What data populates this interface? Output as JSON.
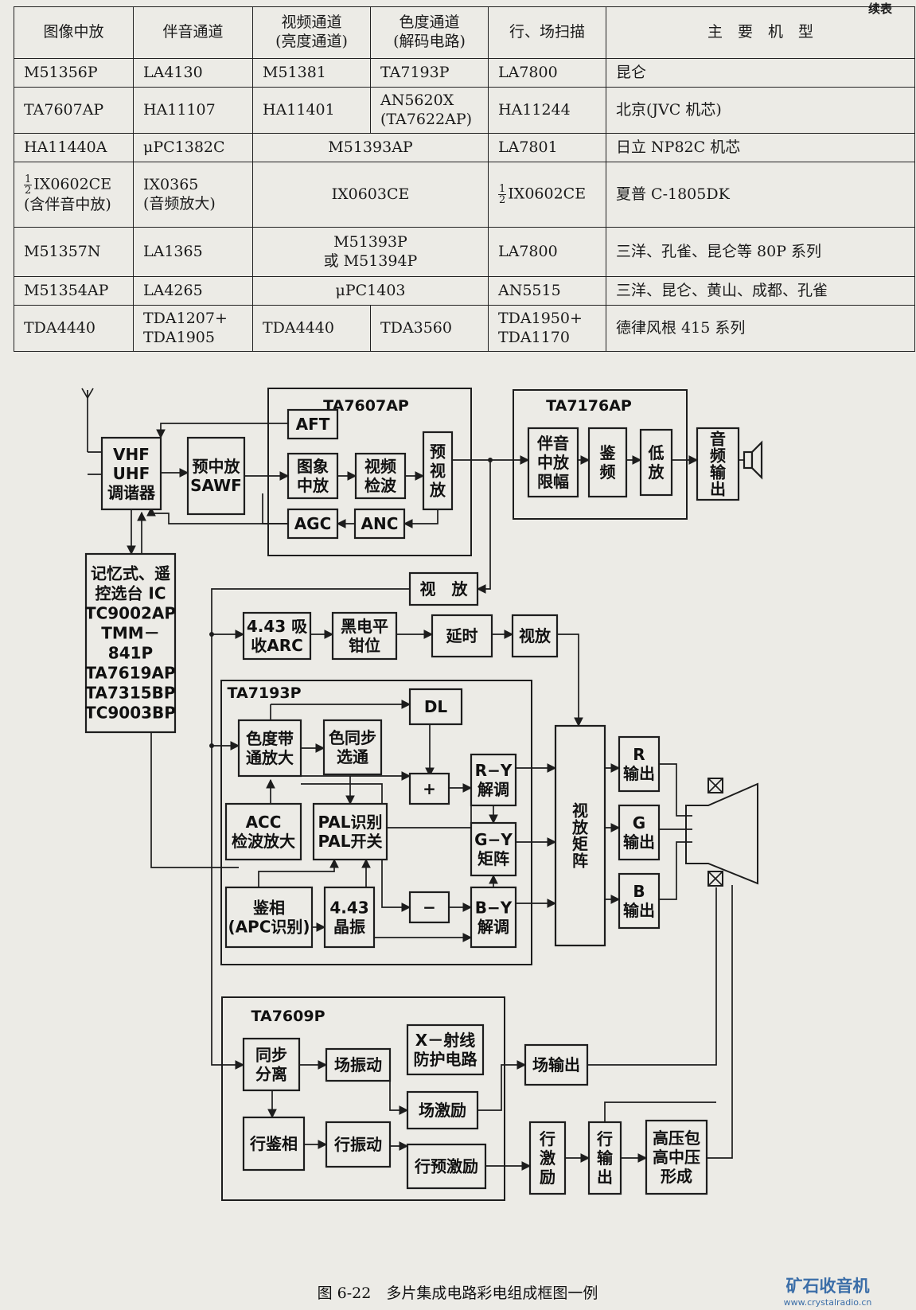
{
  "continued_label": "续表",
  "table": {
    "headers": [
      "图像中放",
      "伴音通道",
      "视频通道\n(亮度通道)",
      "色度通道\n(解码电路)",
      "行、场扫描",
      "主　要　机　型"
    ],
    "rows": {
      "r1": {
        "c1": "M51356P",
        "c2": "LA4130",
        "c3": "M51381",
        "c4": "TA7193P",
        "c5": "LA7800",
        "c6": "昆仑"
      },
      "r2": {
        "c1": "TA7607AP",
        "c2": "HA11107",
        "c3": "HA11401",
        "c4": "AN5620X\n(TA7622AP)",
        "c5": "HA11244",
        "c6": "北京(JVC 机芯)"
      },
      "r3": {
        "c1": "HA11440A",
        "c2": "μPC1382C",
        "c34": "M51393AP",
        "c5": "LA7801",
        "c6": "日立 NP82C 机芯"
      },
      "r4": {
        "frac_num": "1",
        "frac_den": "2",
        "c1": "IX0602CE",
        "c1b": "(含伴音中放)",
        "c2": "IX0365\n(音频放大)",
        "c34": "IX0603CE",
        "c5": "IX0602CE",
        "c6": "夏普 C-1805DK"
      },
      "r5": {
        "c1": "M51357N",
        "c2": "LA1365",
        "c34": "M51393P\n或 M51394P",
        "c5": "LA7800",
        "c6": "三洋、孔雀、昆仑等 80P 系列"
      },
      "r6": {
        "c1": "M51354AP",
        "c2": "LA4265",
        "c34": "μPC1403",
        "c5": "AN5515",
        "c6": "三洋、昆仑、黄山、成都、孔雀"
      },
      "r7": {
        "c1": "TDA4440",
        "c2": "TDA1207+\nTDA1905",
        "c3": "TDA4440",
        "c4": "TDA3560",
        "c5": "TDA1950+\nTDA1170",
        "c6": "德律风根 415 系列"
      }
    }
  },
  "diagram": {
    "groups": {
      "ta7607ap": "TA7607AP",
      "ta7176ap": "TA7176AP",
      "ta7193p": "TA7193P",
      "ta7609p": "TA7609P"
    },
    "blocks": {
      "tuner": [
        "VHF",
        "UHF",
        "调谐器"
      ],
      "saw": [
        "预中放",
        "SAWF"
      ],
      "aft": [
        "AFT"
      ],
      "pif": [
        "图象",
        "中放"
      ],
      "vdet": [
        "视频",
        "检波"
      ],
      "prevamp": [
        "预",
        "视",
        "放"
      ],
      "agc": [
        "AGC"
      ],
      "anc": [
        "ANC"
      ],
      "sif": [
        "伴音",
        "中放",
        "限幅"
      ],
      "fmdet": [
        "鉴",
        "频"
      ],
      "lowamp": [
        "低",
        "放"
      ],
      "audioout": [
        "音",
        "频",
        "输",
        "出"
      ],
      "memory": [
        "记忆式、遥",
        "控选台 IC",
        "TC9002AP",
        "TMM－",
        "841P",
        "TA7619AP",
        "TA7315BP",
        "TC9003BP"
      ],
      "vamp1": [
        "视　放"
      ],
      "trap": [
        "4.43 吸",
        "收ARC"
      ],
      "clamp": [
        "黑电平",
        "钳位"
      ],
      "delay": [
        "延时"
      ],
      "vamp2": [
        "视放"
      ],
      "dl": [
        "DL"
      ],
      "bpamp": [
        "色度带",
        "通放大"
      ],
      "burst": [
        "色同步",
        "选通"
      ],
      "plus": [
        "+"
      ],
      "minus": [
        "−"
      ],
      "ry": [
        "R−Y",
        "解调"
      ],
      "gy": [
        "G−Y",
        "矩阵"
      ],
      "by": [
        "B−Y",
        "解调"
      ],
      "acc": [
        "ACC",
        "检波放大"
      ],
      "pal": [
        "PAL识别",
        "PAL开关"
      ],
      "apc": [
        "鉴相",
        "(APC识别)"
      ],
      "xtal": [
        "4.43",
        "晶振"
      ],
      "matrix": [
        "视",
        "放",
        "矩",
        "阵"
      ],
      "rout": [
        "R",
        "输出"
      ],
      "gout": [
        "G",
        "输出"
      ],
      "bout": [
        "B",
        "输出"
      ],
      "sync": [
        "同步",
        "分离"
      ],
      "vosc": [
        "场振动"
      ],
      "xray": [
        "X－射线",
        "防护电路"
      ],
      "vdrive": [
        "场激励"
      ],
      "vout": [
        "场输出"
      ],
      "hpd": [
        "行鉴相"
      ],
      "hosc": [
        "行振动"
      ],
      "hpre": [
        "行预激励"
      ],
      "hdrive": [
        "行",
        "激",
        "励"
      ],
      "hout": [
        "行",
        "输",
        "出"
      ],
      "fbt": [
        "高压包",
        "高中压",
        "形成"
      ]
    },
    "caption": "图 6-22　多片集成电路彩电组成框图一例"
  },
  "watermark": {
    "title": "矿石收音机",
    "url": "www.crystalradio.cn",
    "color": "#3b6ea8"
  }
}
